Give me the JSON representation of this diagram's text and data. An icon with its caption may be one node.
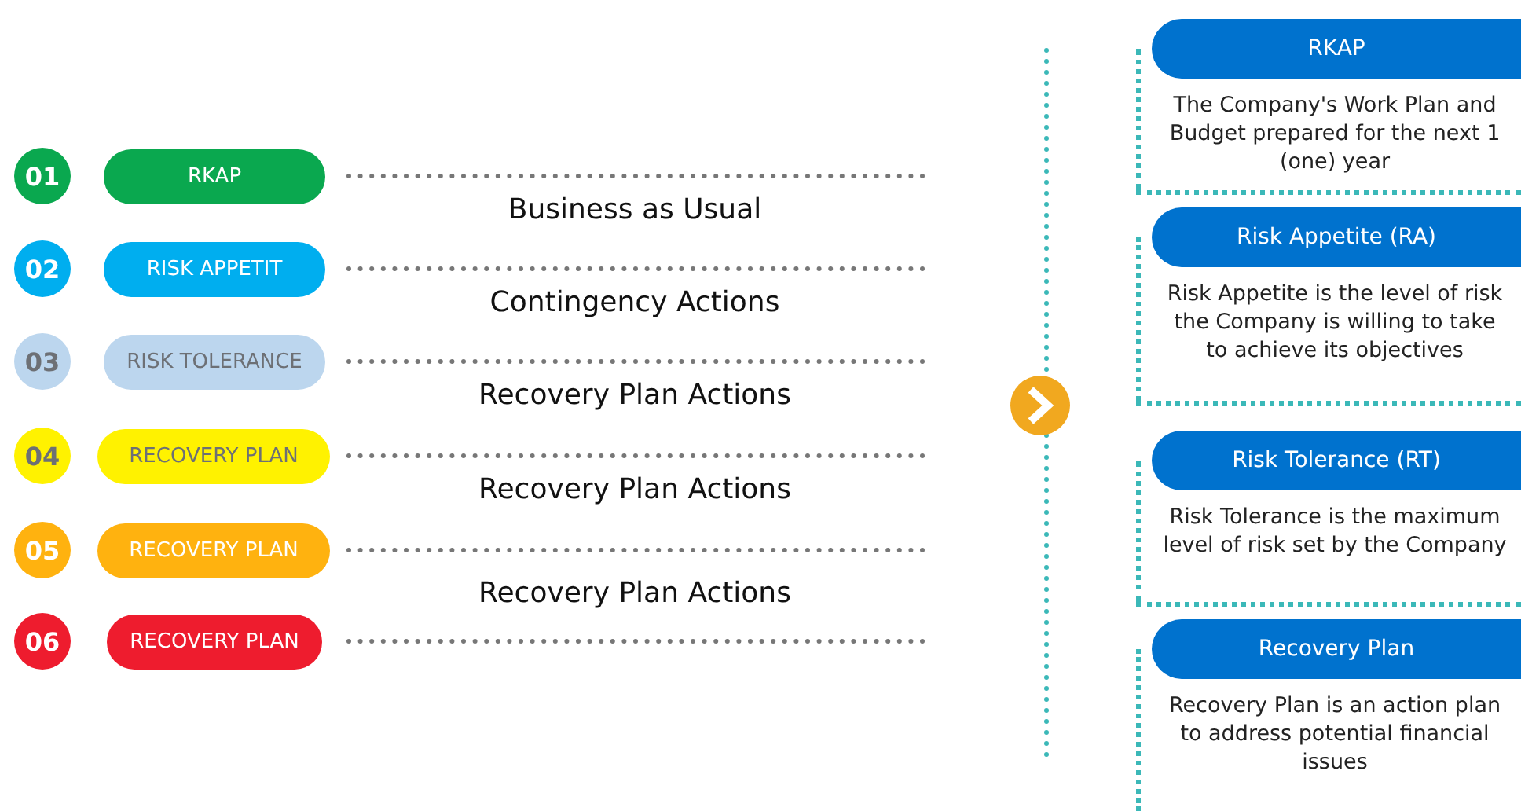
{
  "diagram": {
    "nodes": [
      {
        "text": [
          "01"
        ]
      },
      {
        "text": [
          "RKAP"
        ]
      },
      {
        "text": [
          "02"
        ]
      },
      {
        "text": [
          "RISK APPETIT"
        ]
      },
      {
        "text": [
          "03"
        ]
      },
      {
        "text": [
          "RISK TOLERANCE"
        ]
      },
      {
        "text": [
          "04"
        ]
      },
      {
        "text": [
          "RECOVERY PLAN"
        ]
      },
      {
        "text": [
          "05"
        ]
      },
      {
        "text": [
          "RECOVERY PLAN"
        ]
      },
      {
        "text": [
          "06"
        ]
      },
      {
        "text": [
          "RECOVERY PLAN"
        ]
      },
      {
        "text": [
          "RKAP",
          "The Company's Work Plan and Budget prepared for the next 1 (one) year"
        ]
      },
      {
        "text": [
          "Risk Appetite (RA)",
          "Risk Appetite is the level of risk the Company is willing to take to achieve its objectives"
        ]
      },
      {
        "text": [
          "Risk Tolerance (RT)",
          "Risk Tolerance is the maximum level of risk set by the Company"
        ]
      },
      {
        "text": [
          "Recovery Plan",
          "Recovery Plan is an action plan to address potential financial issues"
        ]
      }
    ],
    "labels": [
      "Business as Usual",
      "Contingency Actions",
      "Recovery Plan Actions",
      "Recovery Plan Actions",
      "Recovery Plan Actions"
    ]
  }
}
